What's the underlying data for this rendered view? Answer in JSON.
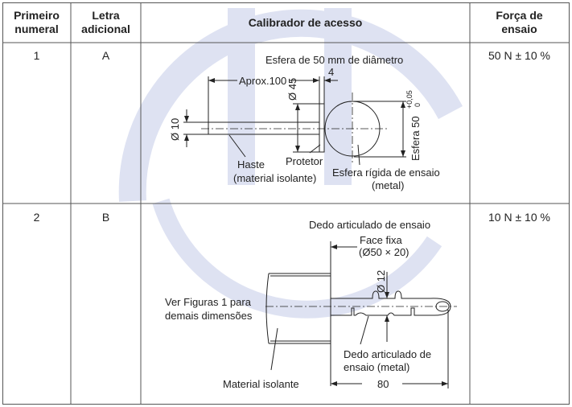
{
  "colors": {
    "watermark": "#d6dbef",
    "border": "#555555"
  },
  "header": {
    "col1": [
      "Primeiro",
      "numeral"
    ],
    "col2": [
      "Letra",
      "adicional"
    ],
    "col3": "Calibrador de acesso",
    "col4": [
      "Força de",
      "ensaio"
    ]
  },
  "rows": [
    {
      "numeral": "1",
      "letter": "A",
      "force": "50 N ± 10 %",
      "drawing": {
        "title": "Esfera de 50 mm de diâmetro",
        "dim_length": "Aprox.100",
        "dim_gap": "4",
        "dim_guard": "Ø 45",
        "dim_rod": "Ø 10",
        "dim_sphere": "Esfera 50",
        "tol_upper": "+0,05",
        "tol_lower": "0",
        "label_rod": [
          "Haste",
          "(material isolante)"
        ],
        "label_guard": "Protetor",
        "label_sphere": [
          "Esfera rígida de ensaio",
          "(metal)"
        ]
      }
    },
    {
      "numeral": "2",
      "letter": "B",
      "force": "10 N ± 10 %",
      "drawing": {
        "title": "Dedo articulado de ensaio",
        "label_face": [
          "Face fixa",
          "(Ø50 × 20)"
        ],
        "dim_finger": "Ø 12",
        "label_ref": [
          "Ver Figuras 1 para",
          "demais dimensões"
        ],
        "label_finger": [
          "Dedo articulado de",
          "ensaio (metal)"
        ],
        "label_insulation": "Material isolante",
        "dim_length": "80"
      }
    }
  ]
}
